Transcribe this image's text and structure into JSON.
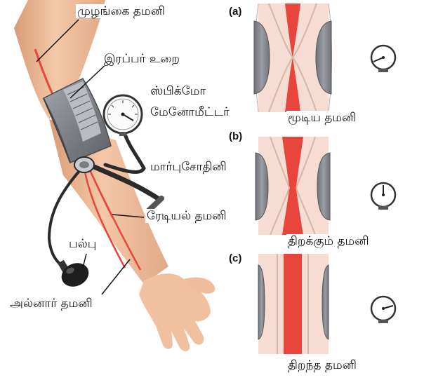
{
  "labels": {
    "brachial_artery": "முழங்கை தமனி",
    "rubber_cuff": "இரப்பர் உறை",
    "sphygmomanometer_line1": "ஸ்பிக்மோ",
    "sphygmomanometer_line2": "மேனோமீட்டர்",
    "stethoscope": "மார்புசோதினி",
    "radial_artery": "ரேடியல் தமனி",
    "bulb": "பல்பு",
    "ulnar_artery": "அல்னார் தமனி"
  },
  "panels": [
    {
      "letter": "(a)",
      "caption": "மூடிய தமனி"
    },
    {
      "letter": "(b)",
      "caption": "திறக்கும் தமனி"
    },
    {
      "letter": "(c)",
      "caption": "திறந்த தமனி"
    }
  ],
  "colors": {
    "skin": "#f1c3a3",
    "skin_shadow": "#d99b76",
    "artery": "#e8453c",
    "cuff": "#8c8f94",
    "tissue": "#f6dcd2"
  }
}
